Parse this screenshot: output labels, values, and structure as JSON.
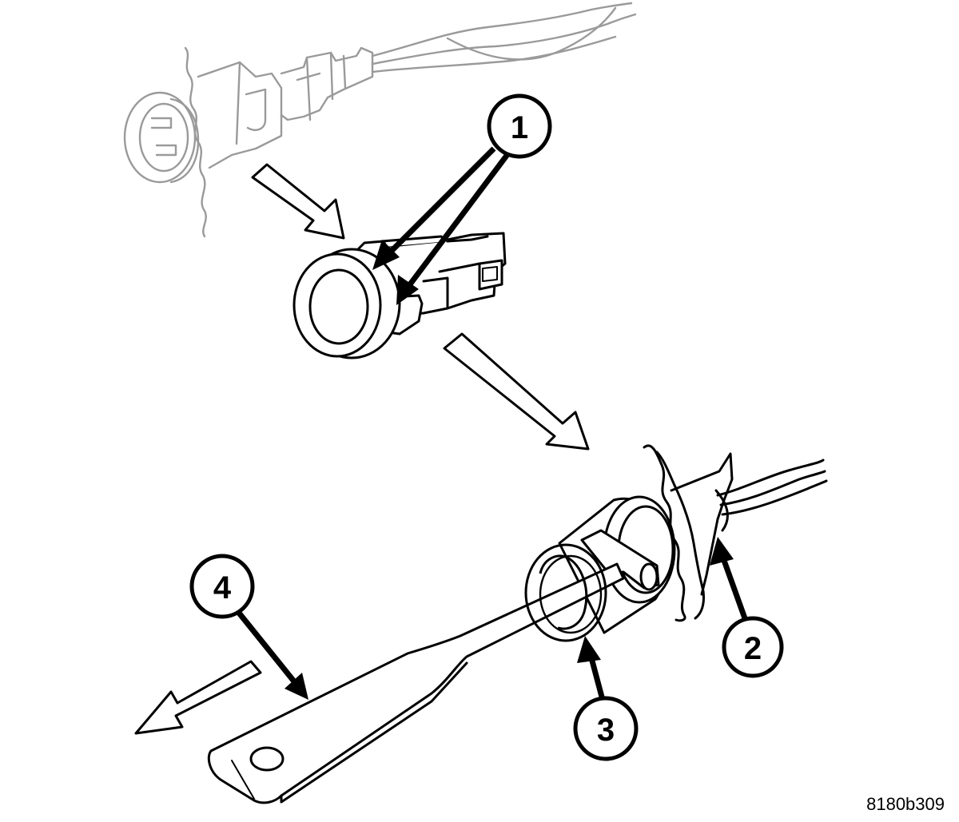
{
  "callouts": [
    {
      "id": "1",
      "label": "1"
    },
    {
      "id": "2",
      "label": "2"
    },
    {
      "id": "3",
      "label": "3"
    },
    {
      "id": "4",
      "label": "4"
    }
  ],
  "figure_id": "8180b309",
  "colors": {
    "line": "#000000",
    "faded_line": "#9a9a9a",
    "fill": "#ffffff",
    "arrow_fill": "#ffffff"
  }
}
